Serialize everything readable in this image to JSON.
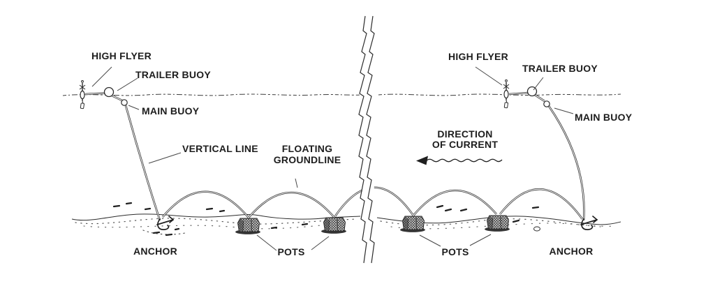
{
  "page": {
    "background": "#ffffff",
    "ink": "#2b2b2b"
  },
  "left_gear": {
    "high_flyer": "HIGH FLYER",
    "trailer_buoy": "TRAILER BUOY",
    "main_buoy": "MAIN BUOY",
    "vertical_line": "VERTICAL LINE",
    "anchor": "ANCHOR",
    "pots": "POTS"
  },
  "middle": {
    "floating_groundline_1": "FLOATING",
    "floating_groundline_2": "GROUNDLINE",
    "direction_1": "DIRECTION",
    "direction_2": "OF CURRENT"
  },
  "right_gear": {
    "high_flyer": "HIGH FLYER",
    "trailer_buoy": "TRAILER BUOY",
    "main_buoy": "MAIN BUOY",
    "anchor": "ANCHOR",
    "pots": "POTS"
  }
}
